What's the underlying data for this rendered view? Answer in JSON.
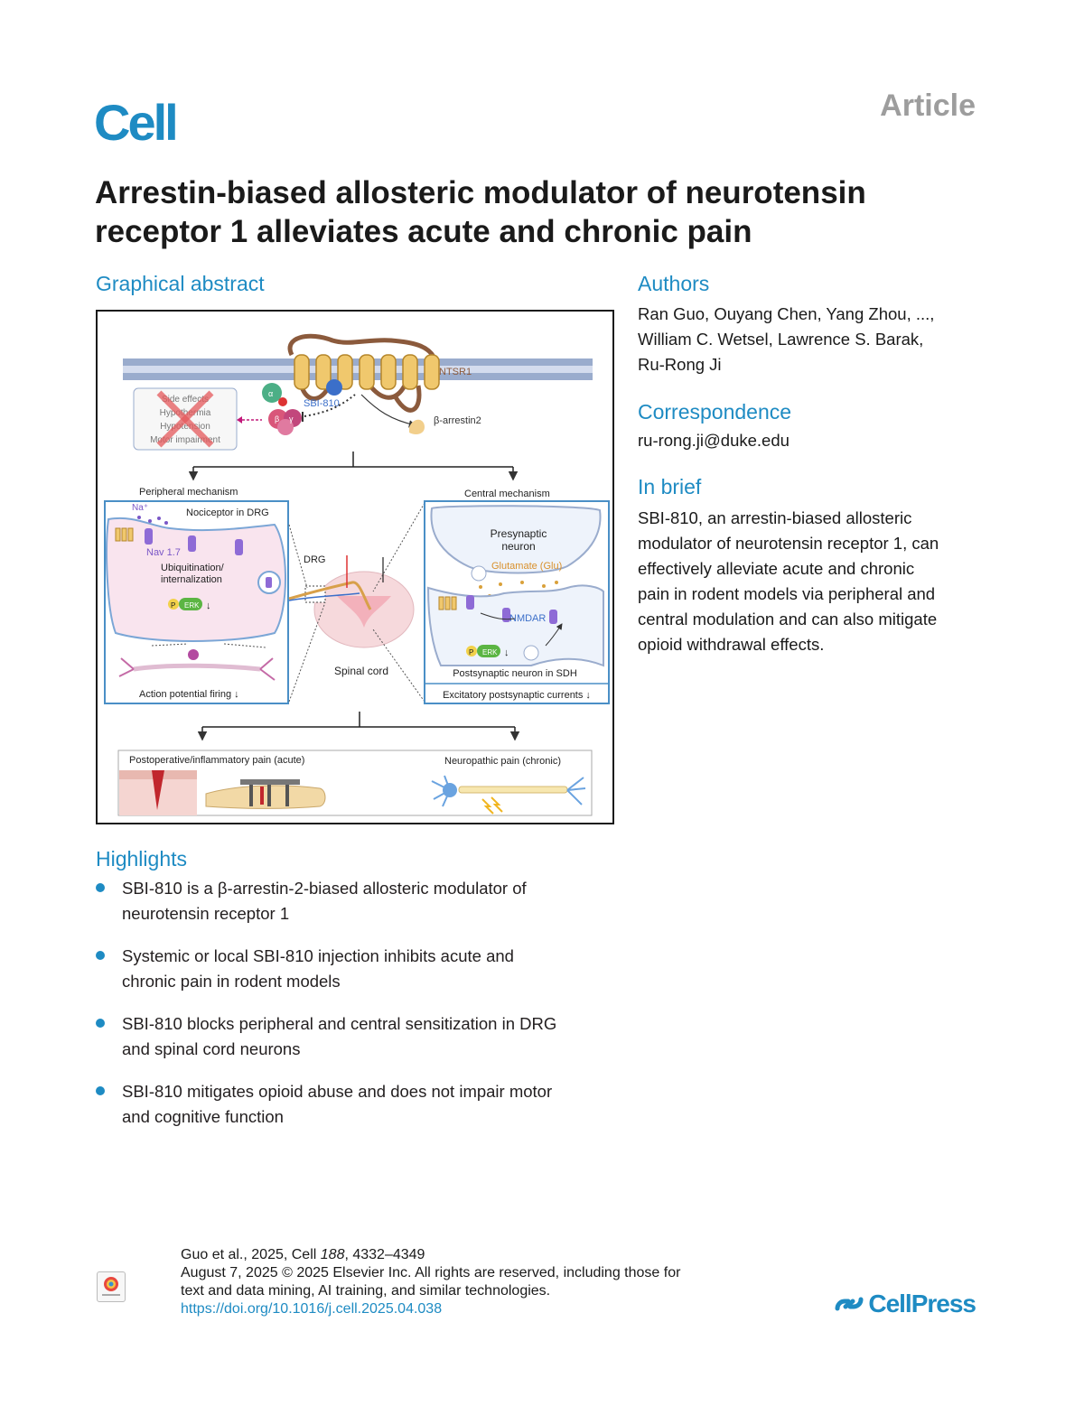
{
  "header": {
    "journal_logo": "Cell",
    "article_type": "Article"
  },
  "title": "Arrestin-biased allosteric modulator of neurotensin receptor 1 alleviates acute and chronic pain",
  "graphical_abstract": {
    "heading": "Graphical abstract",
    "labels": {
      "ntsr1": "NTSR1",
      "sbi810": "SBI-810",
      "barrestin": "β-arrestin2",
      "alpha": "α",
      "beta": "β",
      "gamma": "γ",
      "side_effects": "Side effects",
      "hypothermia": "Hypothermia",
      "hypotension": "Hypotension",
      "motor": "Motor impairment",
      "peripheral": "Peripheral mechanism",
      "central": "Central mechanism",
      "nociceptor": "Nociceptor in DRG",
      "na": "Na⁺",
      "nav": "Nav 1.7",
      "ubiq1": "Ubiquitination/",
      "ubiq2": "internalization",
      "erk": "ERK",
      "p": "P",
      "ap_firing": "Action potential firing ↓",
      "drg": "DRG",
      "spinal_cord": "Spinal cord",
      "presyn1": "Presynaptic",
      "presyn2": "neuron",
      "glutamate": "Glutamate (Glu)",
      "nmdar": "NMDAR",
      "postsyn": "Postsynaptic neuron in SDH",
      "epsc": "Excitatory postsynaptic currents ↓",
      "acute": "Postoperative/inflammatory pain (acute)",
      "chronic": "Neuropathic pain (chronic)"
    }
  },
  "authors": {
    "heading": "Authors",
    "lines": [
      "Ran Guo, Ouyang Chen, Yang Zhou, ...,",
      "William C. Wetsel, Lawrence S. Barak,",
      "Ru-Rong Ji"
    ]
  },
  "correspondence": {
    "heading": "Correspondence",
    "email": "ru-rong.ji@duke.edu"
  },
  "in_brief": {
    "heading": "In brief",
    "lines": [
      "SBI-810, an arrestin-biased allosteric",
      "modulator of neurotensin receptor 1, can",
      "effectively alleviate acute and chronic",
      "pain in rodent models via peripheral and",
      "central modulation and can also mitigate",
      "opioid withdrawal effects."
    ]
  },
  "highlights": {
    "heading": "Highlights",
    "items": [
      {
        "line1": "SBI-810 is a β-arrestin-2-biased allosteric modulator of",
        "line2": "neurotensin receptor 1"
      },
      {
        "line1": "Systemic or local SBI-810 injection inhibits acute and",
        "line2": "chronic pain in rodent models"
      },
      {
        "line1": "SBI-810 blocks peripheral and central sensitization in DRG",
        "line2": "and spinal cord neurons"
      },
      {
        "line1": "SBI-810 mitigates opioid abuse and does not impair motor",
        "line2": "and cognitive function"
      }
    ]
  },
  "footer": {
    "citation_authors": "Guo et al., 2025, Cell ",
    "volume": "188",
    "pages": ", 4332–4349",
    "line2": "August 7, 2025 © 2025 Elsevier Inc. All rights are reserved, including those for",
    "line3": "text and data mining, AI training, and similar technologies.",
    "doi": "https://doi.org/10.1016/j.cell.2025.04.038"
  },
  "publisher": "CellPress",
  "colors": {
    "accent": "#1e8bc3",
    "logo": "#1e8bc3",
    "article_gray": "#9d9d9d"
  }
}
